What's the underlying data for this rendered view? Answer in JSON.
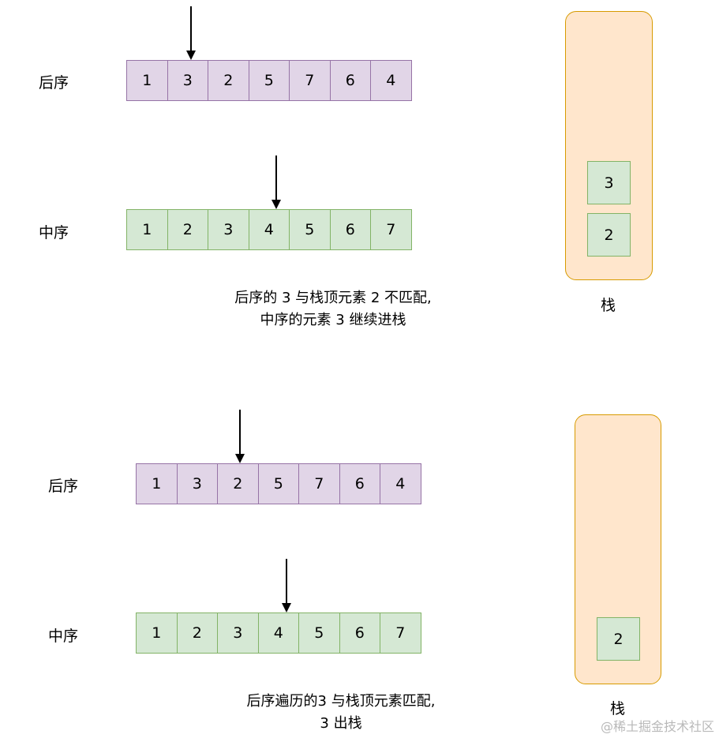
{
  "scene1": {
    "postorder_label": "后序",
    "inorder_label": "中序",
    "postorder": [
      "1",
      "3",
      "2",
      "5",
      "7",
      "6",
      "4"
    ],
    "inorder": [
      "1",
      "2",
      "3",
      "4",
      "5",
      "6",
      "7"
    ],
    "stack": [
      "3",
      "2"
    ],
    "stack_caption": "栈",
    "note_line1": "后序的 3 与栈顶元素 2 不匹配,",
    "note_line2": "中序的元素 3 继续进栈"
  },
  "scene2": {
    "postorder_label": "后序",
    "inorder_label": "中序",
    "postorder": [
      "1",
      "3",
      "2",
      "5",
      "7",
      "6",
      "4"
    ],
    "inorder": [
      "1",
      "2",
      "3",
      "4",
      "5",
      "6",
      "7"
    ],
    "stack": [
      "2"
    ],
    "stack_caption": "栈",
    "note_line1": "后序遍历的3 与栈顶元素匹配,",
    "note_line2": "3 出栈"
  },
  "colors": {
    "postorder_fill": "#e1d5e7",
    "postorder_border": "#9673a6",
    "inorder_fill": "#d5e8d4",
    "inorder_border": "#82b366",
    "stack_fill": "#ffe6cc",
    "stack_border": "#d79b00"
  },
  "watermark": "@稀土掘金技术社区"
}
